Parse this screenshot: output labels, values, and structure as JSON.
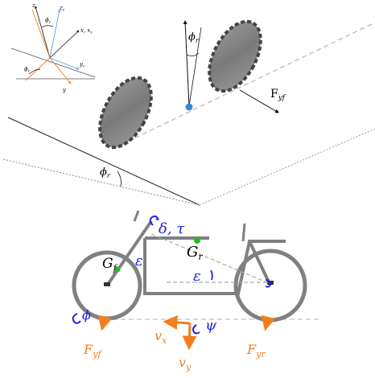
{
  "inset_axes": {
    "z": "z",
    "z_r": "z",
    "z_r_sub": "r",
    "x_xr": "x, x",
    "x_xr_sub": "r",
    "y_r": "y",
    "y_r_sub": "r",
    "y": "y",
    "phi_top": "ϕ",
    "phi_top_sub": "r",
    "phi_left": "ϕ",
    "phi_left_sub": "r"
  },
  "tilt_view": {
    "phi_upper": "ϕ",
    "phi_upper_sub": "r",
    "force_base": "F",
    "force_sub": "yf",
    "phi_ground": "ϕ",
    "phi_ground_sub": "r"
  },
  "side_view": {
    "steer_label": "δ,  τ",
    "G_f": "G",
    "G_f_sub": "f",
    "G_r": "G",
    "G_r_sub": "r",
    "epsilon_front": "ε",
    "epsilon_mid": "ε",
    "phi": "ϕ",
    "psi": "ψ",
    "v_x": "v",
    "v_x_sub": "x",
    "v_y": "v",
    "v_y_sub": "y",
    "F_yf": "F",
    "F_yf_sub": "yf",
    "F_yr": "F",
    "F_yr_sub": "yr"
  },
  "colors": {
    "orange": "#f07f1c",
    "blue": "#1f1fdf",
    "frame_gray": "#808080",
    "dashed_gray": "#b0b0b0",
    "cog_green": "#22bb22",
    "contact_blue": "#3a86d8",
    "axis_blue": "#5aa0e6"
  }
}
